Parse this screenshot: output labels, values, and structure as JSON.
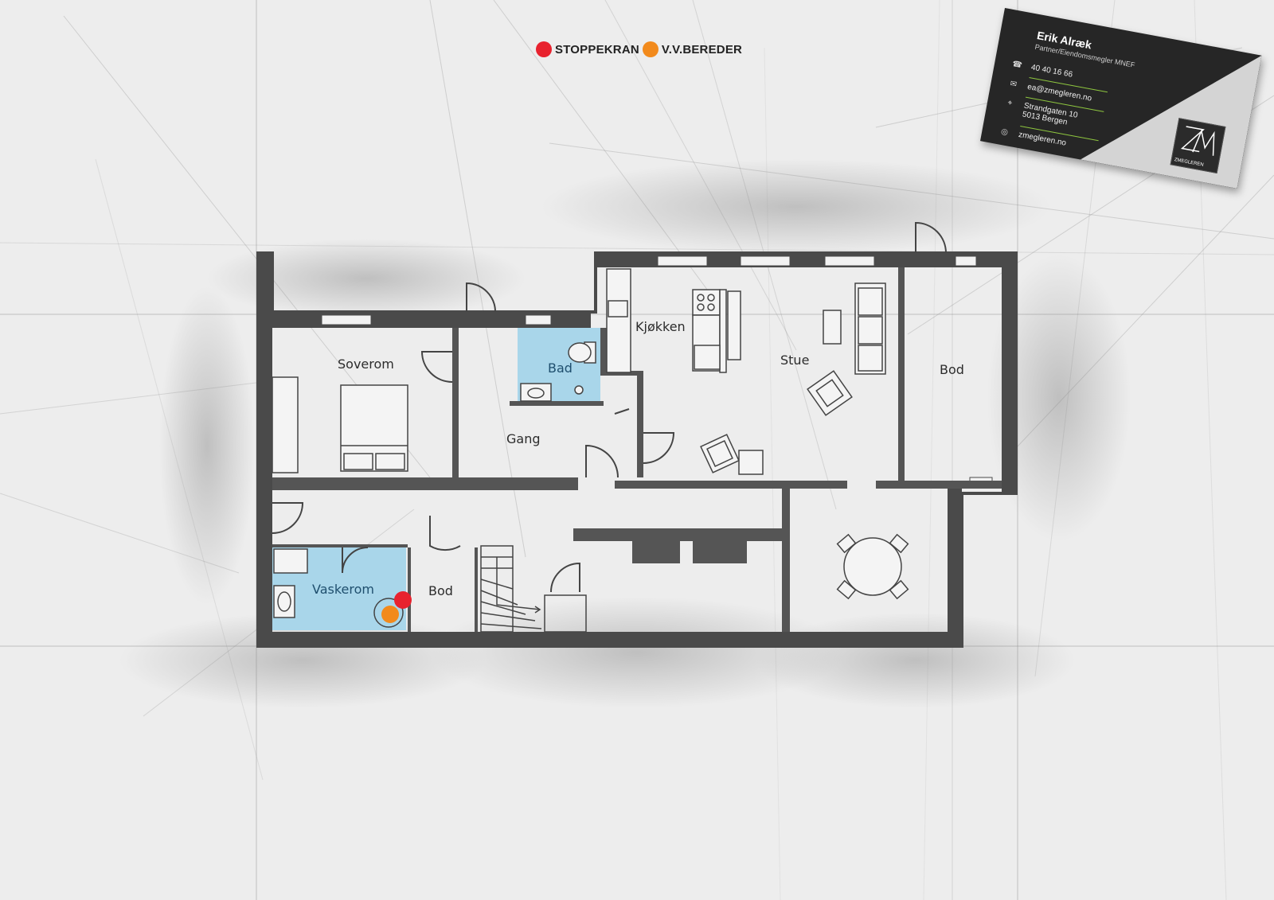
{
  "legend": {
    "items": [
      {
        "label": "STOPPEKRAN",
        "color": "#e8222e"
      },
      {
        "label": "V.V.BEREDER",
        "color": "#f28a1c"
      }
    ]
  },
  "rooms": {
    "soverom": "Soverom",
    "bad": "Bad",
    "gang": "Gang",
    "kjokken": "Kjøkken",
    "stue": "Stue",
    "bod_right": "Bod",
    "vaskerom": "Vaskerom",
    "bod_lower": "Bod"
  },
  "colors": {
    "wet_room": "#a9d6ea",
    "wall": "#4a4a4a",
    "card_dark": "#262626",
    "accent_green": "#8ec63f"
  },
  "card": {
    "name": "Erik Alræk",
    "role": "Partner/Eiendomsmegler MNEF",
    "phone": "40 40 16 66",
    "email": "ea@zmegleren.no",
    "address_line1": "Strandgaten 10",
    "address_line2": "5013 Bergen",
    "web": "zmegleren.no",
    "logo_text": "ZMEGLEREN",
    "icons": [
      "phone-icon",
      "mail-icon",
      "location-icon",
      "globe-icon"
    ]
  }
}
